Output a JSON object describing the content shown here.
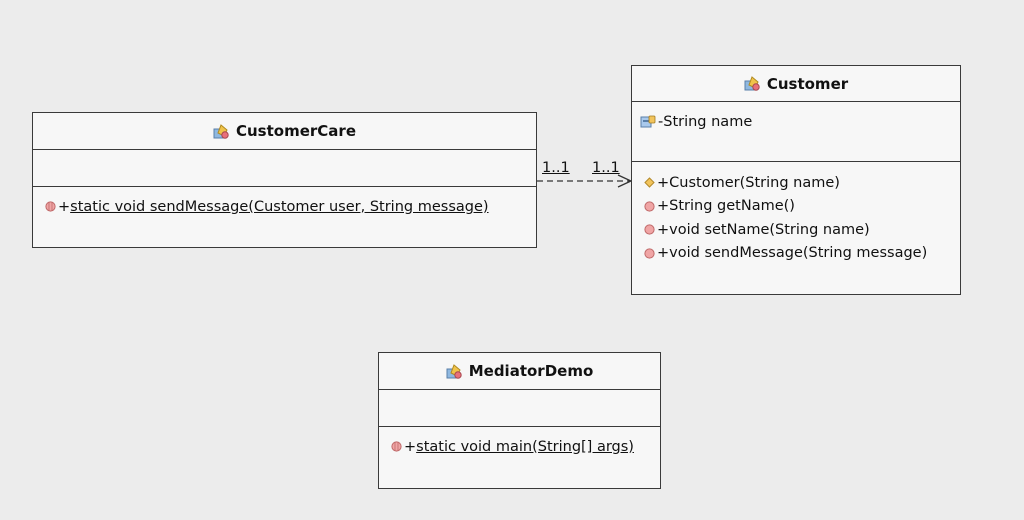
{
  "classes": {
    "customercare": {
      "name": "CustomerCare",
      "methods": [
        {
          "visibility": "+",
          "signature": "static void sendMessage(Customer user, String message)",
          "icon": "static-method-icon"
        }
      ]
    },
    "customer": {
      "name": "Customer",
      "fields": [
        {
          "visibility": "-",
          "signature": "String name",
          "icon": "private-field-icon"
        }
      ],
      "methods": [
        {
          "visibility": "+",
          "signature": "Customer(String name)",
          "icon": "constructor-icon"
        },
        {
          "visibility": "+",
          "signature": "String getName()",
          "icon": "method-icon"
        },
        {
          "visibility": "+",
          "signature": "void setName(String name)",
          "icon": "method-icon"
        },
        {
          "visibility": "+",
          "signature": "void sendMessage(String message)",
          "icon": "method-icon"
        }
      ]
    },
    "mediatordemo": {
      "name": "MediatorDemo",
      "methods": [
        {
          "visibility": "+",
          "signature": "static void main(String[] args)",
          "icon": "static-method-icon"
        }
      ]
    }
  },
  "association": {
    "source_multiplicity": "1..1",
    "target_multiplicity": "1..1"
  },
  "colors": {
    "background": "#ececec",
    "box_fill": "#f7f7f7",
    "border": "#3a3a3a",
    "method_icon": "#e89a9a",
    "constructor_icon": "#e8c060"
  }
}
